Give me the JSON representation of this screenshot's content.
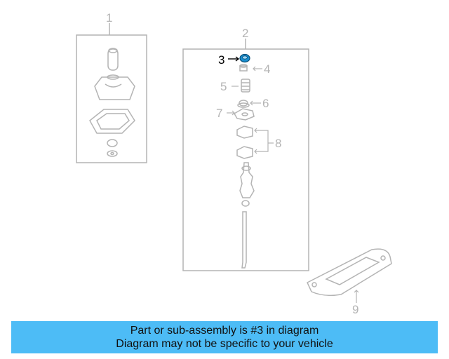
{
  "diagram": {
    "callouts": {
      "c1": "1",
      "c2": "2",
      "c3": "3",
      "c4": "4",
      "c5": "5",
      "c6": "6",
      "c7": "7",
      "c8": "8",
      "c9": "9"
    },
    "highlighted_part": "3"
  },
  "banner": {
    "line1": "Part or sub-assembly is #3 in diagram",
    "line2": "Diagram may not be specific to your vehicle"
  },
  "colors": {
    "line": "#b4b4b4",
    "highlight": "#1a8fd0",
    "banner": "#4dbcf6"
  }
}
